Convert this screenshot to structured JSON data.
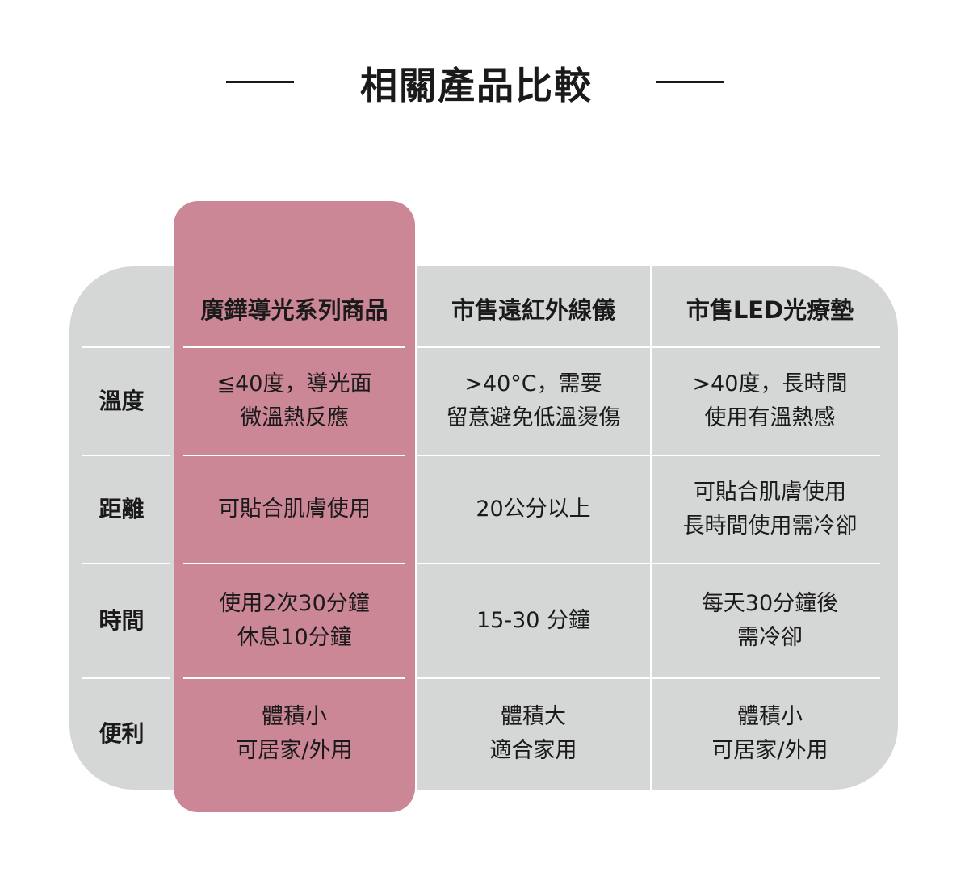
{
  "title": "相關產品比較",
  "colors": {
    "highlight": "#cc8797",
    "panel": "#d5d6d6"
  },
  "columns": [
    "廣鏵導光系列商品",
    "市售遠紅外線儀",
    "市售LED光療墊"
  ],
  "rows": [
    {
      "label": "溫度",
      "cells": [
        [
          "≦40度，導光面",
          "微溫熱反應"
        ],
        [
          ">40°C，需要",
          "留意避免低溫燙傷"
        ],
        [
          ">40度，長時間",
          "使用有溫熱感"
        ]
      ]
    },
    {
      "label": "距離",
      "cells": [
        [
          "可貼合肌膚使用"
        ],
        [
          "20公分以上"
        ],
        [
          "可貼合肌膚使用",
          "長時間使用需冷卻"
        ]
      ]
    },
    {
      "label": "時間",
      "cells": [
        [
          "使用2次30分鐘",
          "休息10分鐘"
        ],
        [
          "15-30 分鐘"
        ],
        [
          "每天30分鐘後",
          "需冷卻"
        ]
      ]
    },
    {
      "label": "便利",
      "cells": [
        [
          "體積小",
          "可居家/外用"
        ],
        [
          "體積大",
          "適合家用"
        ],
        [
          "體積小",
          "可居家/外用"
        ]
      ]
    }
  ]
}
